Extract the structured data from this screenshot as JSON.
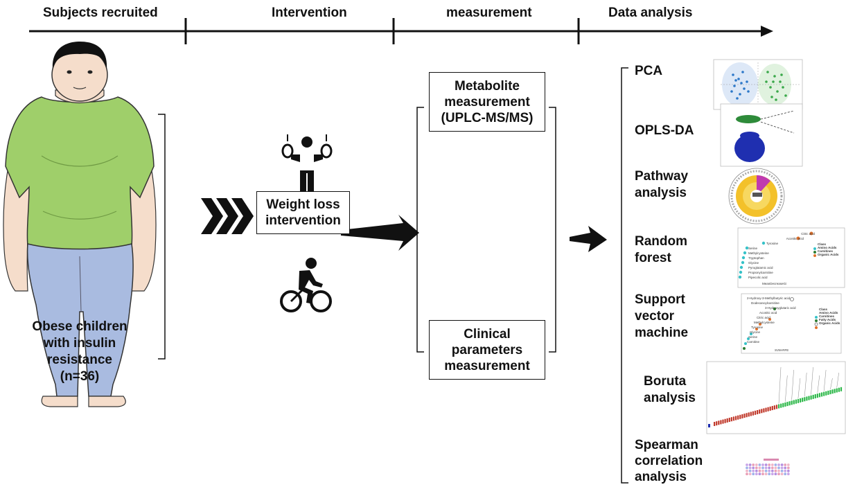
{
  "timeline": {
    "stages": [
      "Subjects recruited",
      "Intervention",
      "measurement",
      "Data analysis"
    ]
  },
  "subjects": {
    "line1": "Obese children",
    "line2": "with  insulin",
    "line3": "resistance",
    "line4": "(n=36)"
  },
  "intervention": {
    "line1": "Weight loss",
    "line2": "intervention"
  },
  "measurement": {
    "metabolite": {
      "line1": "Metabolite",
      "line2": "measurement",
      "line3": "(UPLC-MS/MS)"
    },
    "clinical": {
      "line1": "Clinical",
      "line2": "parameters",
      "line3": "measurement"
    }
  },
  "analysis": {
    "methods": [
      {
        "lines": [
          "PCA"
        ]
      },
      {
        "lines": [
          "OPLS-DA"
        ]
      },
      {
        "lines": [
          "Pathway",
          "analysis"
        ]
      },
      {
        "lines": [
          "Random",
          "forest"
        ]
      },
      {
        "lines": [
          "Support",
          "vector",
          "machine"
        ]
      },
      {
        "lines": [
          "Boruta",
          "analysis"
        ]
      },
      {
        "lines": [
          "Spearman",
          "correlation",
          "analysis"
        ]
      }
    ]
  },
  "thumbnails": {
    "random_forest": {
      "features": [
        "Citric acid",
        "Aconitic acid",
        "Tyrosine",
        "Serine",
        "Methylcysteine",
        "Tryptophan",
        "Glycine",
        "Pyroglutamic acid",
        "Propionylcarnitine",
        "Pipecolic acid"
      ],
      "legend_title": "Class",
      "legend": [
        "Amino Acids",
        "Carnitines",
        "Organic Acids"
      ],
      "xlabel": "MeanDecreaseGi"
    },
    "svm": {
      "features": [
        "2-Hydroxy-3-Methylbutyric acid",
        "Dodecanoylcarnitine",
        "3-Hydroxyglutaric acid",
        "Aconitic acid",
        "Citric acid",
        "Methylcysteine",
        "Tyrosine",
        "Glycine",
        "Serine",
        "Carnitine"
      ],
      "legend_title": "Class",
      "legend": [
        "Amino Acids",
        "Carnitines",
        "Fatty Acids",
        "Organic Acids"
      ],
      "xlabel": "SVM-RFE"
    }
  },
  "colors": {
    "shirt": "#9fcf6a",
    "pants": "#a9bbe0",
    "skin": "#f5ddcb",
    "pca_blue": "#2d78c9",
    "pca_green": "#3aa84a",
    "boruta_red": "#c0392b",
    "boruta_green": "#2eb84a"
  }
}
